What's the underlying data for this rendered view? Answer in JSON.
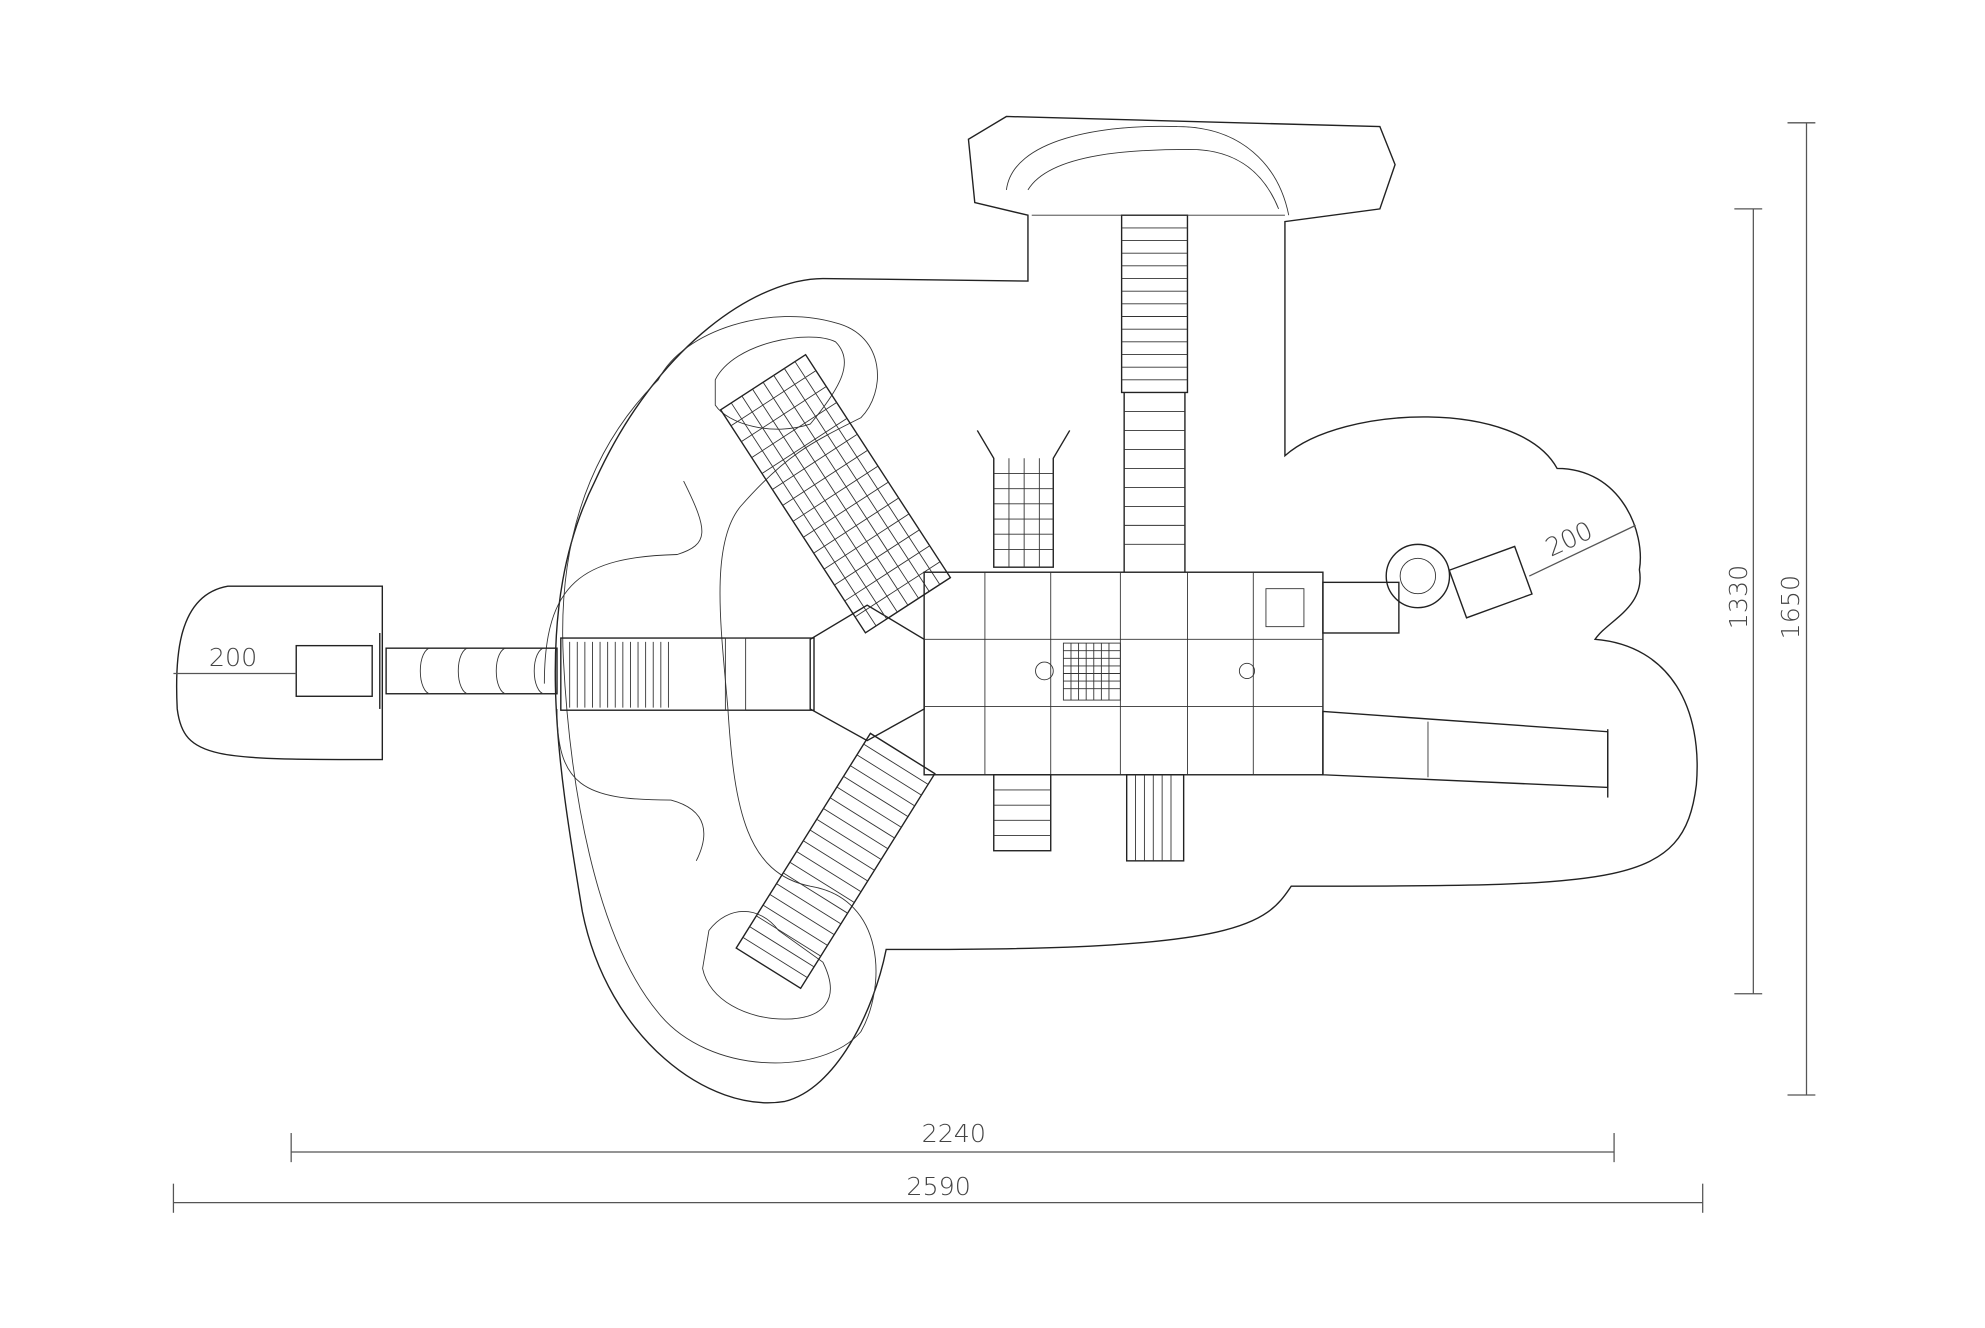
{
  "drawing": {
    "title": "Playground equipment plan view with safety zones",
    "dimensions": {
      "left_clearance": "200",
      "right_clearance": "200",
      "inner_width": "2240",
      "outer_width": "2590",
      "inner_height": "1330",
      "outer_height": "1650"
    },
    "colors": {
      "line": "#222222",
      "dimension": "#555555"
    }
  }
}
